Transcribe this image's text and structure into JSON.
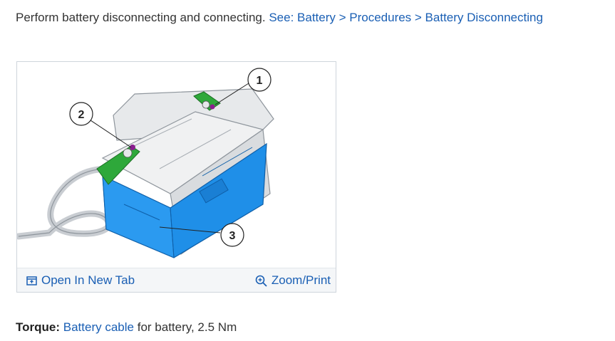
{
  "intro": {
    "text": "Perform battery disconnecting and connecting.",
    "link": "See: Battery > Procedures > Battery Disconnecting"
  },
  "figure": {
    "callouts": [
      "1",
      "2",
      "3"
    ],
    "toolbar": {
      "open_tab_label": "Open In New Tab",
      "open_tab_icon": "open-new-tab-icon",
      "zoom_label": "Zoom/Print",
      "zoom_icon": "zoom-in-icon"
    }
  },
  "torque": {
    "label": "Torque:",
    "link": "Battery cable",
    "suffix": "for battery, 2.5 Nm"
  },
  "colors": {
    "link": "#1a5fb4",
    "battery_tray": "#1f8fe8",
    "terminal_clamp": "#2ea83a",
    "terminal_bolt": "#8a1f8f"
  }
}
